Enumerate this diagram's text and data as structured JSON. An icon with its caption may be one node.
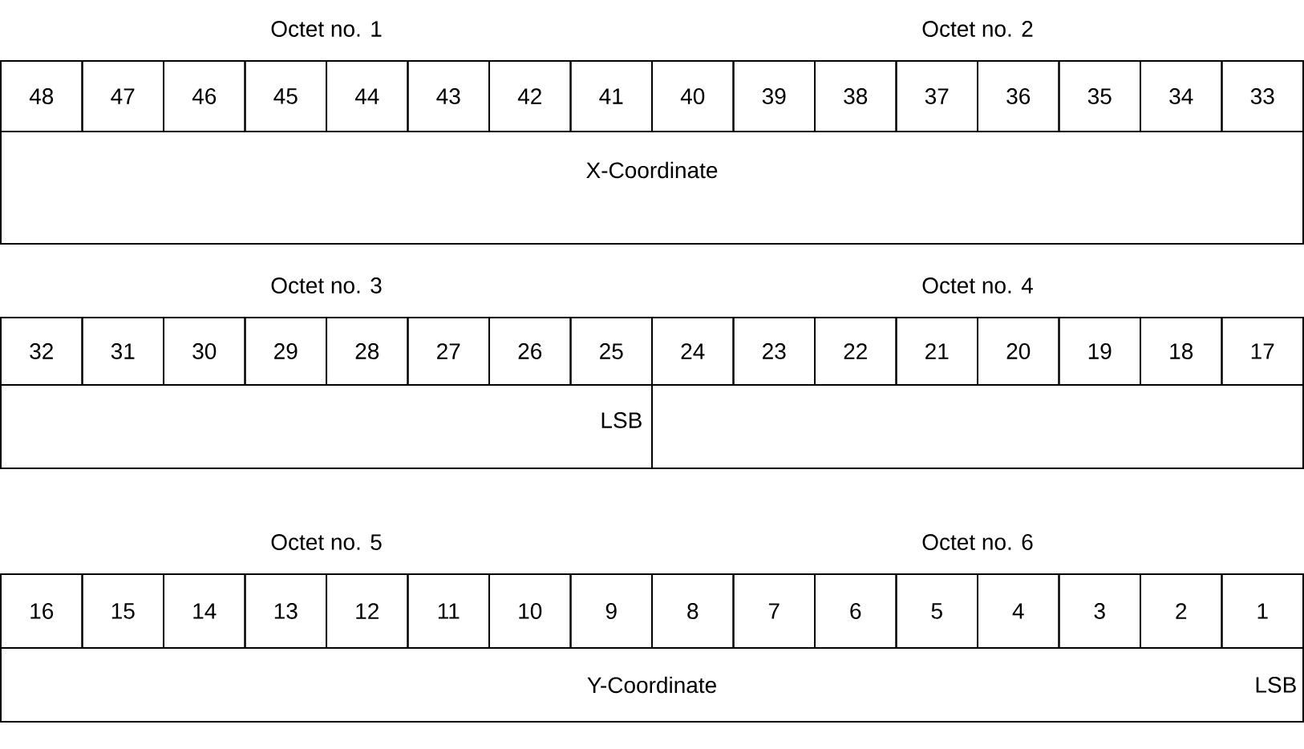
{
  "diagram": {
    "labels": [
      "Octet no. 1",
      "Octet no. 2",
      "48",
      "47",
      "46",
      "45",
      "44",
      "43",
      "42",
      "41",
      "40",
      "39",
      "38",
      "37",
      "36",
      "35",
      "34",
      "33",
      "X-Coordinate",
      "Octet no. 3",
      "Octet no. 4",
      "32",
      "31",
      "30",
      "29",
      "28",
      "27",
      "26",
      "25",
      "24",
      "23",
      "22",
      "21",
      "20",
      "19",
      "18",
      "17",
      "LSB",
      "Octet no. 5",
      "Octet no. 6",
      "16",
      "15",
      "14",
      "13",
      "12",
      "11",
      "10",
      "9",
      "8",
      "7",
      "6",
      "5",
      "4",
      "3",
      "2",
      "1",
      "Y-Coordinate",
      "LSB"
    ]
  }
}
